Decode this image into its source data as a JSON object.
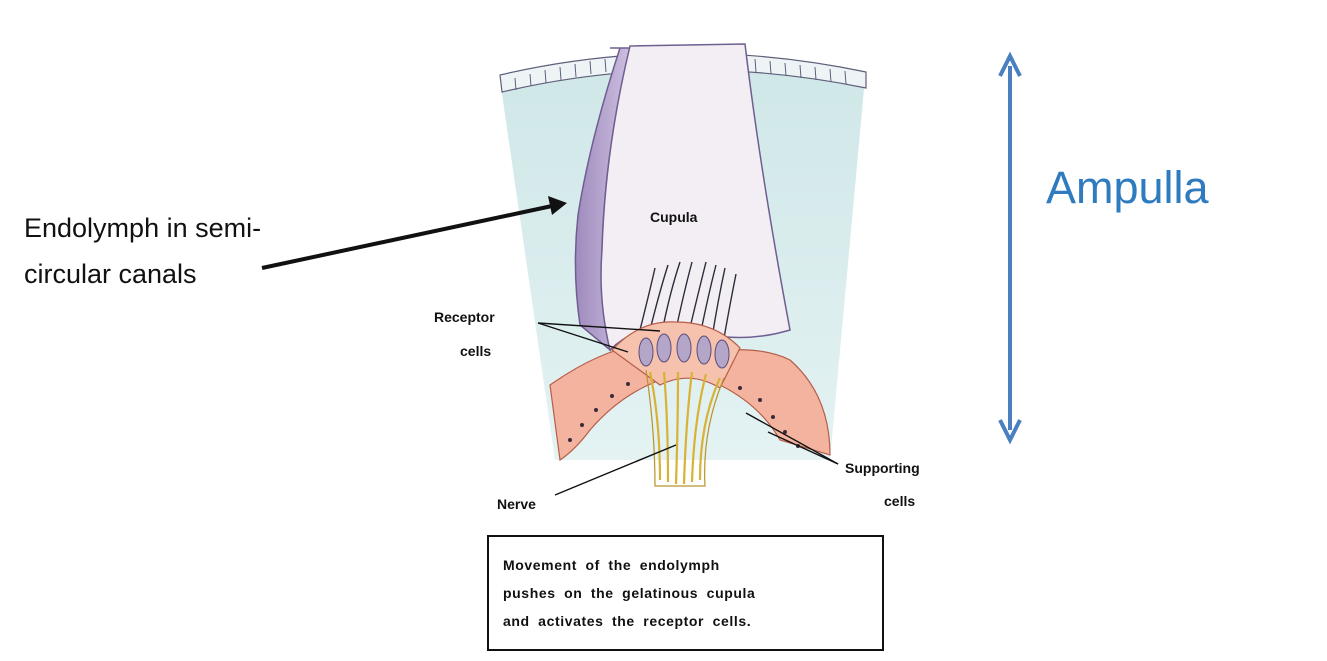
{
  "labels": {
    "endolymph_line1": "Endolymph in semi-",
    "endolymph_line2": "circular canals",
    "ampulla": "Ampulla",
    "cupula": "Cupula",
    "receptor_line1": "Receptor",
    "receptor_line2": "cells",
    "nerve": "Nerve",
    "supporting_line1": "Supporting",
    "supporting_line2": "cells"
  },
  "caption": {
    "line1": "Movement of the endolymph",
    "line2": "pushes on the gelatinous cupula",
    "line3": "and activates the receptor cells."
  },
  "colors": {
    "ampulla_arrow": "#4a7fc1",
    "ampulla_text": "#2e7bbf",
    "endolymph_fill": "#d6ecec",
    "cupula_fill": "#f2eef4",
    "canal_wall": "#b9a6cf",
    "epithelium": "#f1a98f",
    "nerve": "#e9c94a"
  }
}
